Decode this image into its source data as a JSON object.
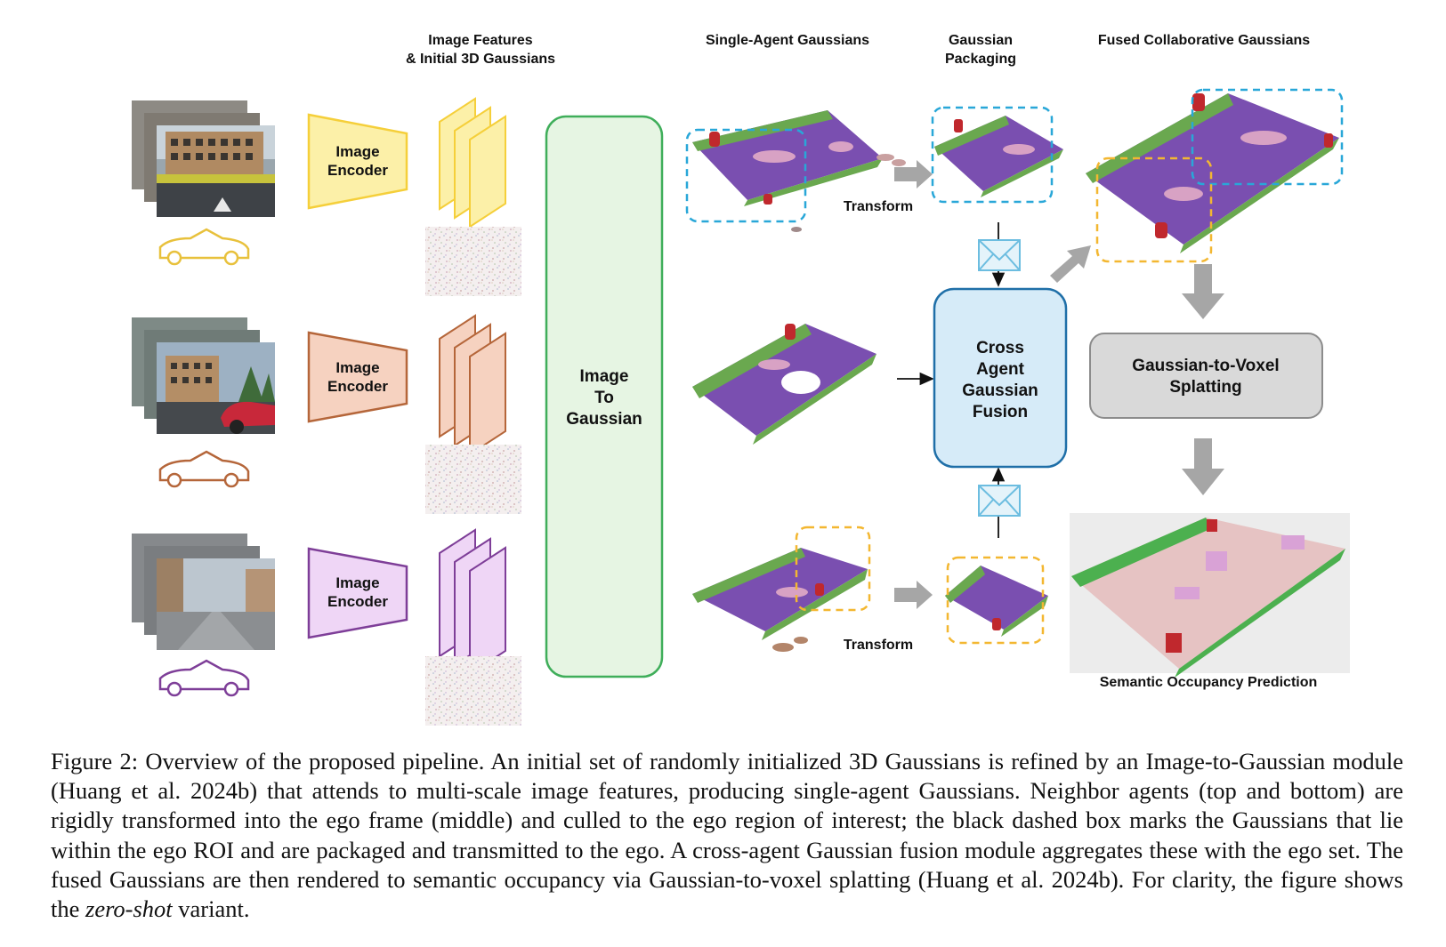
{
  "headers": {
    "features_line1": "Image Features",
    "features_line2": "& Initial 3D Gaussians",
    "single_agent": "Single-Agent Gaussians",
    "packaging_line1": "Gaussian",
    "packaging_line2": "Packaging",
    "fused": "Fused Collaborative Gaussians"
  },
  "encoders": [
    {
      "line1": "Image",
      "line2": "Encoder",
      "color": "#f5cf3a",
      "fill": "#fcf0a8"
    },
    {
      "line1": "Image",
      "line2": "Encoder",
      "color": "#b5663a",
      "fill": "#f6d2c0"
    },
    {
      "line1": "Image",
      "line2": "Encoder",
      "color": "#7e3e98",
      "fill": "#efd6f6"
    }
  ],
  "image_to_gaussian": {
    "line1": "Image",
    "line2": "To",
    "line3": "Gaussian"
  },
  "transform_top": "Transform",
  "transform_bottom": "Transform",
  "fusion": {
    "line1": "Cross",
    "line2": "Agent",
    "line3": "Gaussian",
    "line4": "Fusion"
  },
  "splatting": {
    "line1": "Gaussian-to-Voxel",
    "line2": "Splatting"
  },
  "prediction_label": "Semantic Occupancy Prediction",
  "colors": {
    "road_purple": "#7a4fb0",
    "vegetation_green": "#6aa84f",
    "car_red": "#c0282d",
    "box_blue": "#29a7d8",
    "box_yellow": "#f3b731",
    "fusion_fill": "#d6ebf8",
    "fusion_stroke": "#1f6fa8",
    "i2g_fill": "#e6f5e3",
    "i2g_stroke": "#3fae5a"
  },
  "caption": {
    "part1": "Figure 2: Overview of the proposed pipeline. An initial set of randomly initialized 3D Gaussians is refined by an Image-to-Gaussian module (Huang et al. 2024b) that attends to multi-scale image features, producing single-agent Gaussians. Neighbor agents (top and bottom) are rigidly transformed into the ego frame (middle) and culled to the ego region of interest; the black dashed box marks the Gaussians that lie within the ego ROI and are packaged and transmitted to the ego. A cross-agent Gaussian fusion module aggregates these with the ego set. The fused Gaussians are then rendered to semantic occupancy via Gaussian-to-voxel splatting (Huang et al. 2024b). For clarity, the figure shows the ",
    "italic": "zero-shot",
    "part2": " variant."
  }
}
